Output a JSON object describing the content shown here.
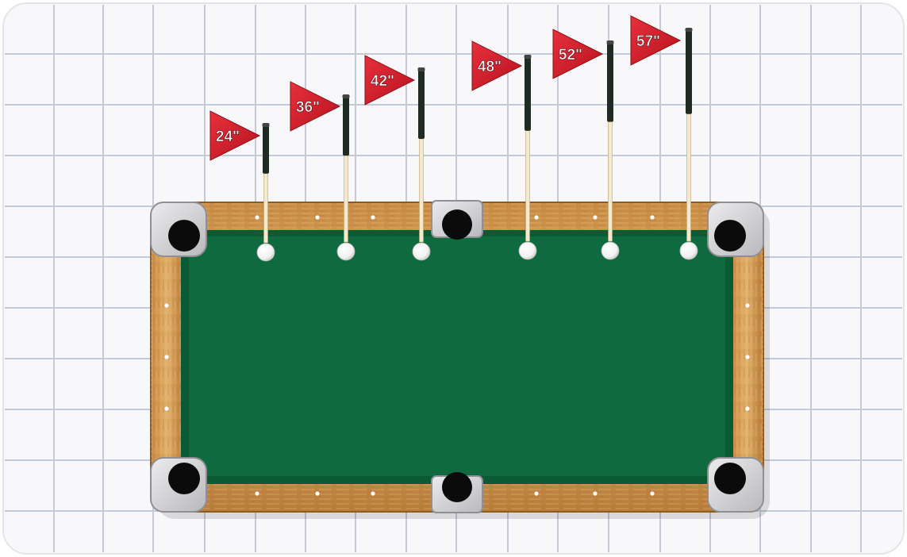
{
  "cue_sizes": [
    {
      "label": "24\""
    },
    {
      "label": "36\""
    },
    {
      "label": "42\""
    },
    {
      "label": "48\""
    },
    {
      "label": "52\""
    },
    {
      "label": "57\""
    }
  ],
  "colors": {
    "grid_background": "#f8f8fa",
    "grid_line": "#c4cbd6",
    "felt": "#0f6b3f",
    "felt_shadow": "#0a5a33",
    "rail_wood": "#d8a45a",
    "pocket_frame": "#d4d4d6",
    "flag": "#d5202e",
    "cue_wood": "#f3e9cc",
    "cue_butt": "#1e2a22"
  },
  "icons": {
    "flag": "pennant-flag",
    "ball": "cue-ball",
    "pocket": "pocket-hole"
  }
}
